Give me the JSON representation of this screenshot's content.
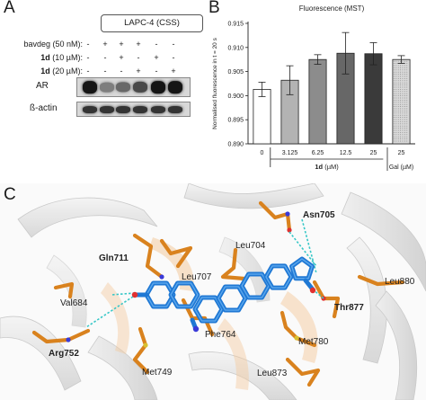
{
  "panel_a": {
    "letter": "A",
    "cell_line": "LAPC-4 (CSS)",
    "conditions": [
      {
        "label_prefix": "",
        "label_bold": "",
        "label_rest": "bavdeg (50 nM):",
        "symbols": [
          "-",
          "+",
          "+",
          "+",
          "-",
          "-"
        ]
      },
      {
        "label_prefix": "",
        "label_bold": "1d",
        "label_rest": " (10 µM):",
        "symbols": [
          "-",
          "-",
          "+",
          "-",
          "+",
          "-"
        ]
      },
      {
        "label_prefix": "",
        "label_bold": "1d",
        "label_rest": " (20 µM):",
        "symbols": [
          "-",
          "-",
          "-",
          "+",
          "-",
          "+"
        ]
      }
    ],
    "blots": [
      {
        "label": "AR",
        "band_intensity": [
          0.95,
          0.45,
          0.55,
          0.7,
          0.95,
          0.95
        ]
      },
      {
        "label": "ß-actin",
        "band_intensity": [
          0.8,
          0.8,
          0.8,
          0.8,
          0.8,
          0.8
        ]
      }
    ]
  },
  "panel_b": {
    "letter": "B",
    "chart_data": {
      "type": "bar",
      "title": "Fluorescence (MST)",
      "ylabel": "Normalised fluorescence in t = 20 s",
      "ylim": [
        0.89,
        0.915
      ],
      "yticks": [
        "0.890",
        "0.895",
        "0.900",
        "0.905",
        "0.910",
        "0.915"
      ],
      "categories": [
        "0",
        "3.125",
        "6.25",
        "12.5",
        "25",
        "25"
      ],
      "values": [
        0.9013,
        0.9032,
        0.9075,
        0.9088,
        0.9087,
        0.9075
      ],
      "errors": [
        0.0015,
        0.003,
        0.001,
        0.0043,
        0.0023,
        0.0008
      ],
      "bar_colors": [
        "#ffffff",
        "#b3b3b3",
        "#8c8c8c",
        "#676767",
        "#3a3a3a",
        "#d0d0d0"
      ],
      "group_labels": [
        {
          "bold": "1d",
          "rest": " (µM)"
        },
        {
          "bold": "",
          "rest": "Gal (µM)"
        }
      ]
    }
  },
  "panel_c": {
    "letter": "C",
    "residues": [
      {
        "name": "Asn705",
        "bold": true
      },
      {
        "name": "Gln711",
        "bold": true
      },
      {
        "name": "Leu707",
        "bold": false
      },
      {
        "name": "Leu704",
        "bold": false
      },
      {
        "name": "Leu880",
        "bold": false
      },
      {
        "name": "Val684",
        "bold": false
      },
      {
        "name": "Thr877",
        "bold": true
      },
      {
        "name": "Phe764",
        "bold": false
      },
      {
        "name": "Met780",
        "bold": false
      },
      {
        "name": "Arg752",
        "bold": true
      },
      {
        "name": "Met749",
        "bold": false
      },
      {
        "name": "Leu873",
        "bold": false
      }
    ],
    "colors": {
      "ligand": "#1f78d4",
      "sidechain": "#d9821e",
      "hbond": "#38c7c7",
      "ribbon": "#e4e4e4"
    }
  }
}
